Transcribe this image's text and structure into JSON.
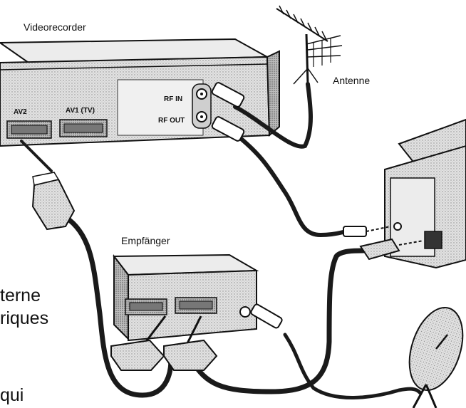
{
  "labels": {
    "videorecorder": "Videorecorder",
    "antenne": "Antenne",
    "empfaenger": "Empfänger"
  },
  "vcr_panel": {
    "av2": "AV2",
    "av1": "AV1 (TV)",
    "rf_in": "RF IN",
    "rf_out": "RF OUT"
  },
  "fragments": {
    "line1": "terne",
    "line2": "riques",
    "line3": "qui"
  },
  "colors": {
    "cable": "#1a1a1a",
    "device_fill": "#d9d9d9",
    "device_dark": "#9a9a9a",
    "outline": "#111111"
  }
}
